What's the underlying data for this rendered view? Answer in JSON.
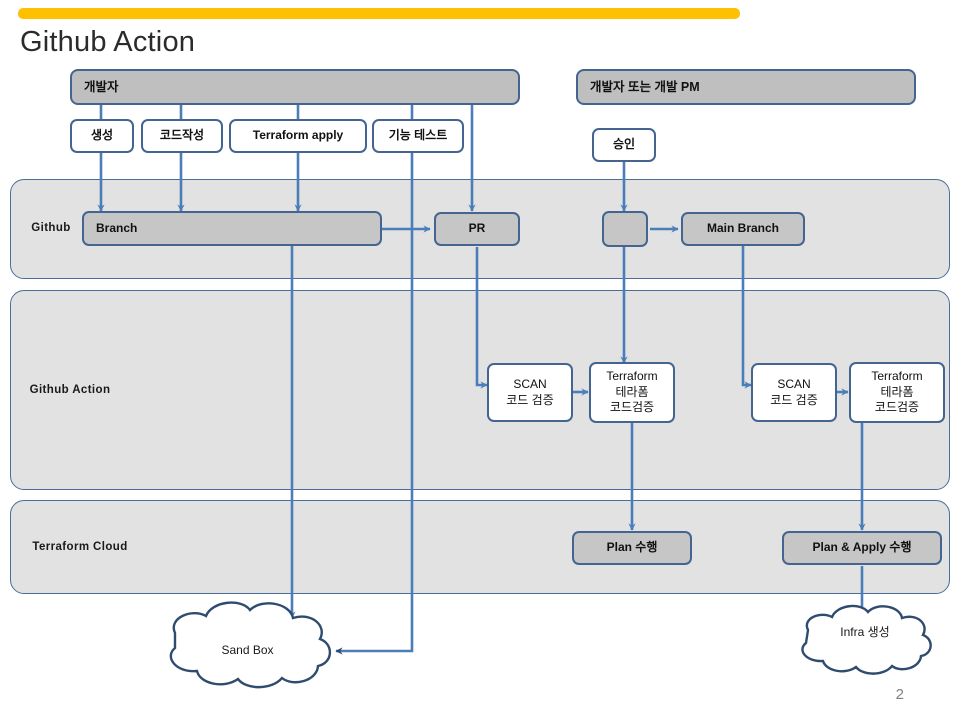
{
  "slide": {
    "title": "Github Action",
    "page_number": "2",
    "accent_color": "#FDC003",
    "band_fill": "#E2E2E2",
    "band_stroke": "#4A6E9B",
    "node_stroke": "#44658F",
    "node_gray_fill": "#C6C6C6",
    "arrow_color": "#4A7EBB",
    "cloud_stroke": "#2F4B6E"
  },
  "actors": [
    {
      "id": "dev",
      "label": "개발자"
    },
    {
      "id": "dev_pm",
      "label": "개발자 또는 개발 PM"
    }
  ],
  "actor_tasks": [
    {
      "id": "create",
      "label": "생성"
    },
    {
      "id": "code",
      "label": "코드작성"
    },
    {
      "id": "tf_apply",
      "label": "Terraform apply"
    },
    {
      "id": "func_test",
      "label": "기능 테스트"
    },
    {
      "id": "approve",
      "label": "승인"
    }
  ],
  "bands": [
    {
      "id": "github",
      "label": "Github"
    },
    {
      "id": "github_action",
      "label": "Github Action"
    },
    {
      "id": "terraform_cloud",
      "label": "Terraform Cloud"
    }
  ],
  "github_nodes": [
    {
      "id": "branch",
      "label": "Branch"
    },
    {
      "id": "pr",
      "label": "PR"
    },
    {
      "id": "merge",
      "label": ""
    },
    {
      "id": "main_branch",
      "label": "Main Branch"
    }
  ],
  "action_nodes": [
    {
      "id": "scan_pr",
      "label": "SCAN\n코드 검증"
    },
    {
      "id": "tf_verify_pr",
      "label": "Terraform\n테라폼\n코드검증"
    },
    {
      "id": "scan_main",
      "label": "SCAN\n코드 검증"
    },
    {
      "id": "tf_verify_main",
      "label": "Terraform\n테라폼\n코드검증"
    }
  ],
  "cloud_nodes": [
    {
      "id": "plan",
      "label": "Plan 수행"
    },
    {
      "id": "plan_apply",
      "label": "Plan & Apply 수행"
    }
  ],
  "clouds": [
    {
      "id": "sandbox",
      "label": "Sand Box"
    },
    {
      "id": "infra",
      "label": "Infra 생성"
    }
  ]
}
